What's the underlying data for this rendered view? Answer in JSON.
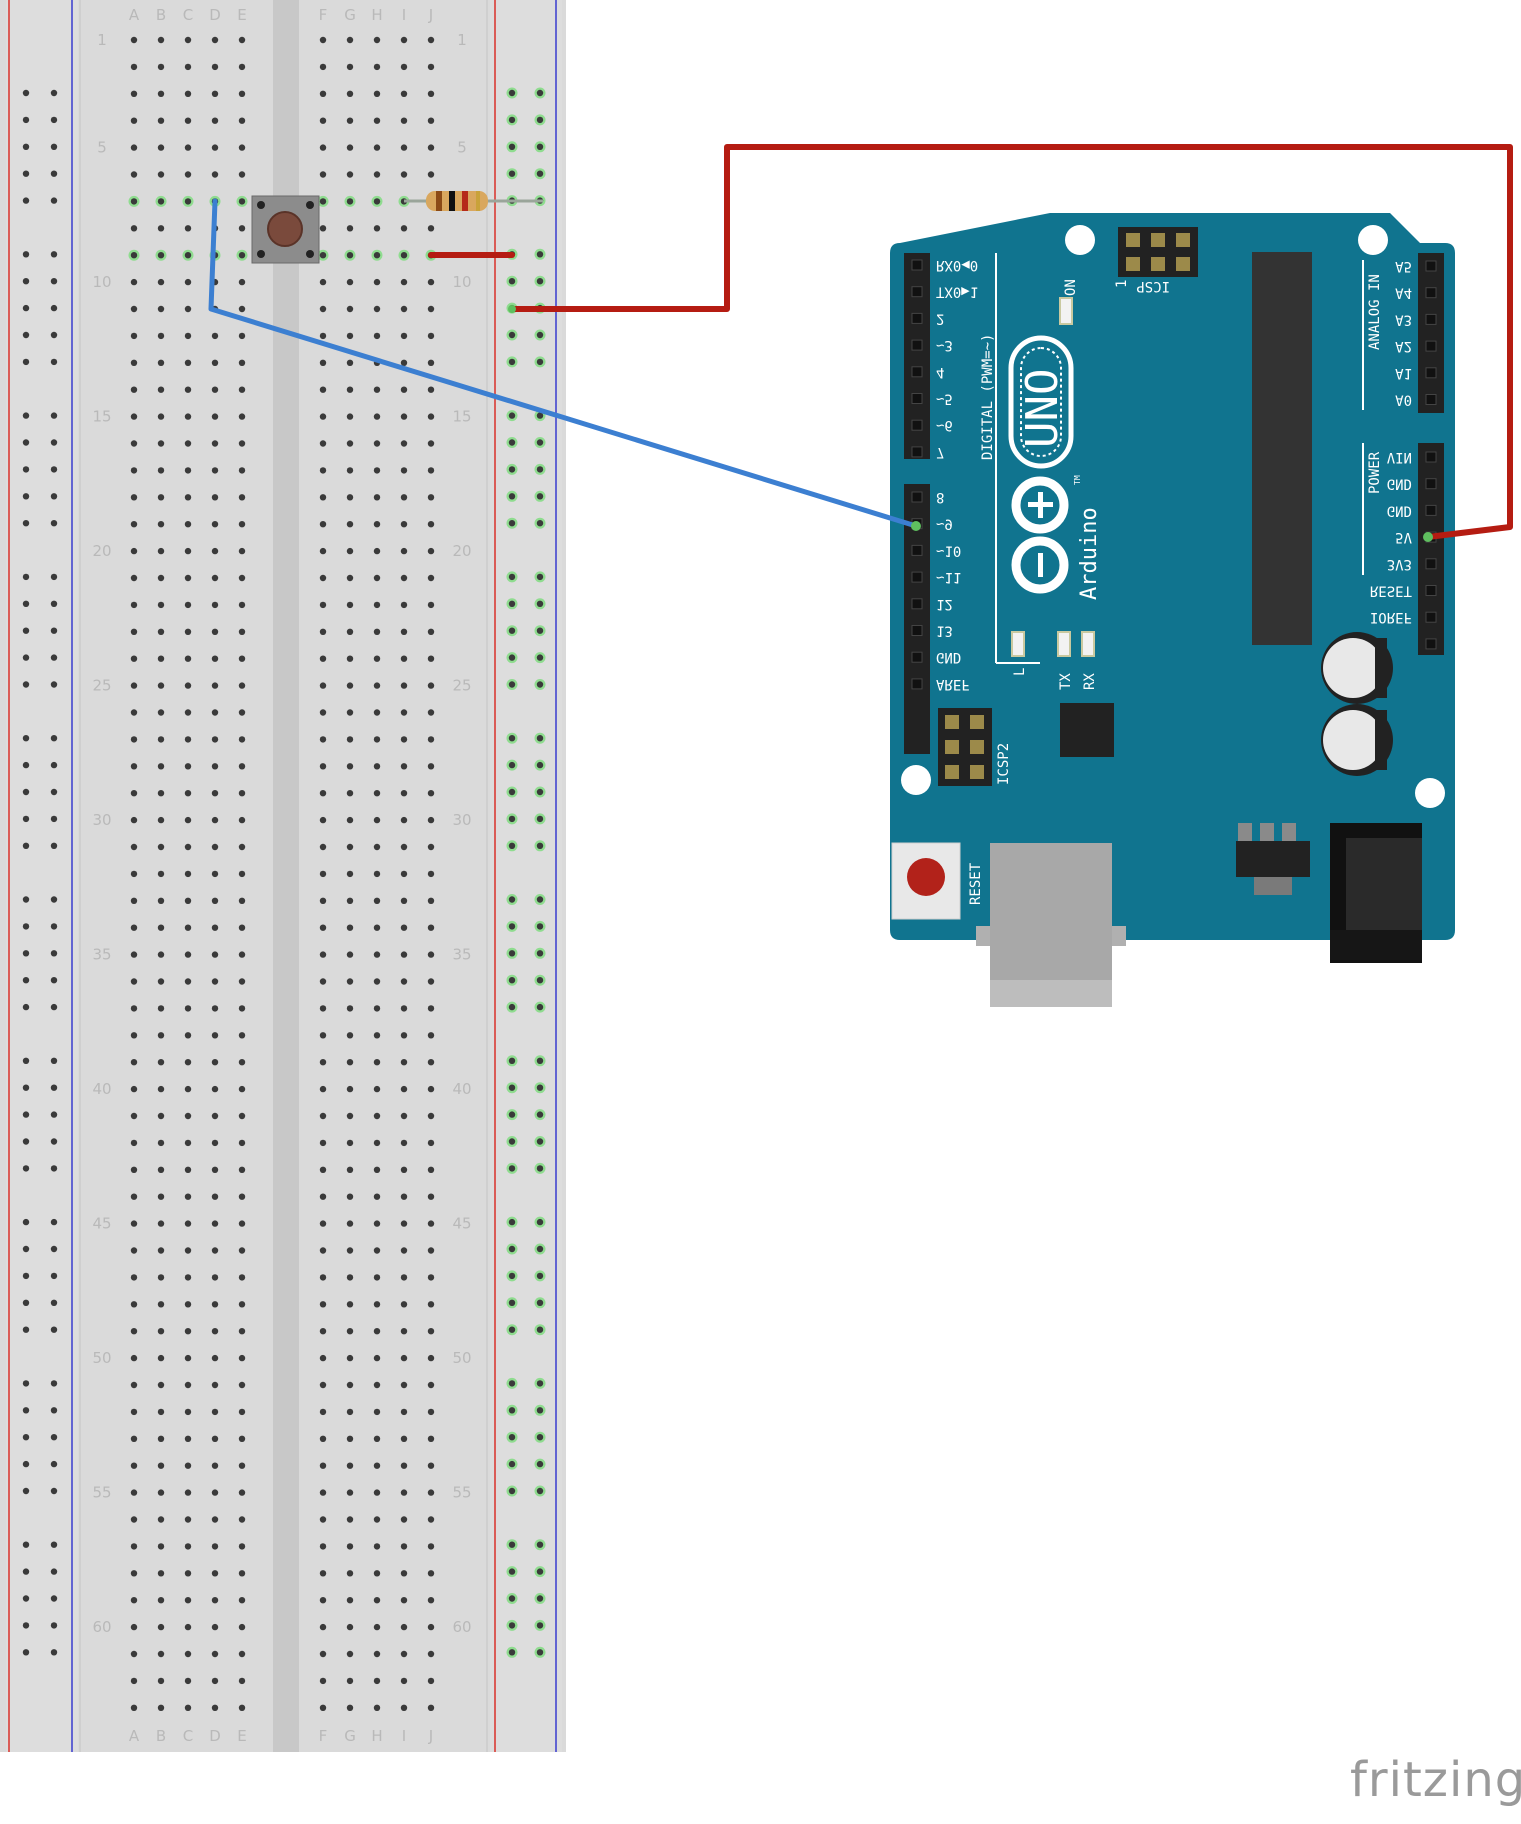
{
  "breadboard": {
    "column_labels_left": [
      "A",
      "B",
      "C",
      "D",
      "E"
    ],
    "column_labels_right": [
      "F",
      "G",
      "H",
      "I",
      "J"
    ],
    "row_labels": [
      "1",
      "5",
      "10",
      "15",
      "20",
      "25",
      "30",
      "35",
      "40",
      "45",
      "50",
      "55",
      "60"
    ]
  },
  "arduino": {
    "digital_pins": [
      "RX0◀0",
      "TX0▶1",
      "2",
      "~3",
      "4",
      "~5",
      "~6",
      "7",
      "8",
      "~9",
      "~10",
      "~11",
      "12",
      "13",
      "GND",
      "AREF"
    ],
    "power_pins": [
      "VIN",
      "GND",
      "GND",
      "5V",
      "3V3",
      "RESET",
      "IOREF"
    ],
    "analog_pins": [
      "A5",
      "A4",
      "A3",
      "A2",
      "A1",
      "A0"
    ],
    "labels": {
      "digital": "DIGITAL (PWM=~)",
      "analog": "ANALOG IN",
      "power": "POWER",
      "on": "ON",
      "icsp": "ICSP",
      "icsp_one": "1",
      "icsp2": "ICSP2",
      "uno": "UNO",
      "brand": "Arduino",
      "tm": "TM",
      "led_l": "L",
      "led_tx": "TX",
      "led_rx": "RX",
      "reset": "RESET"
    }
  },
  "colors": {
    "board": "#10748f",
    "wire_red": "#b51c12",
    "wire_blue": "#3c7fd1",
    "breadboard": "#dadada",
    "rail_red": "#d9312b",
    "rail_blue": "#3a3ccf"
  },
  "footer": {
    "brand": "fritzing"
  }
}
